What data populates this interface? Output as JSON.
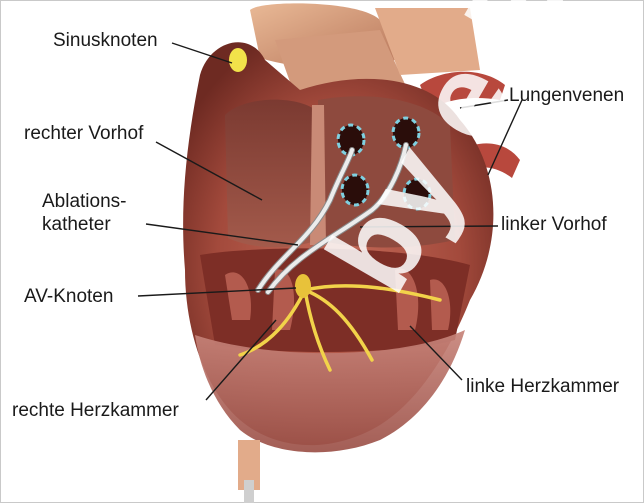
{
  "figure": {
    "labels": {
      "sinusknoten": "Sinusknoten",
      "rechter_vorhof": "rechter Vorhof",
      "ablationskatheter_line1": "Ablations-",
      "ablationskatheter_line2": "katheter",
      "av_knoten": "AV-Knoten",
      "rechte_herzkammer": "rechte Herzkammer",
      "lungenvenen": "Lungenvenen",
      "linker_vorhof": "linker Vorhof",
      "linke_herzkammer": "linke Herzkammer"
    }
  },
  "colors": {
    "myocardium": "#a34a3c",
    "myocardium_dark": "#6e2a22",
    "atrium_interior": "#8e4a3e",
    "vessel": "#d9a17d",
    "conduction": "#f2d34a",
    "catheter": "#e6e6e6",
    "vein_ring": "#7fd0e0"
  },
  "watermark": "by e.B."
}
